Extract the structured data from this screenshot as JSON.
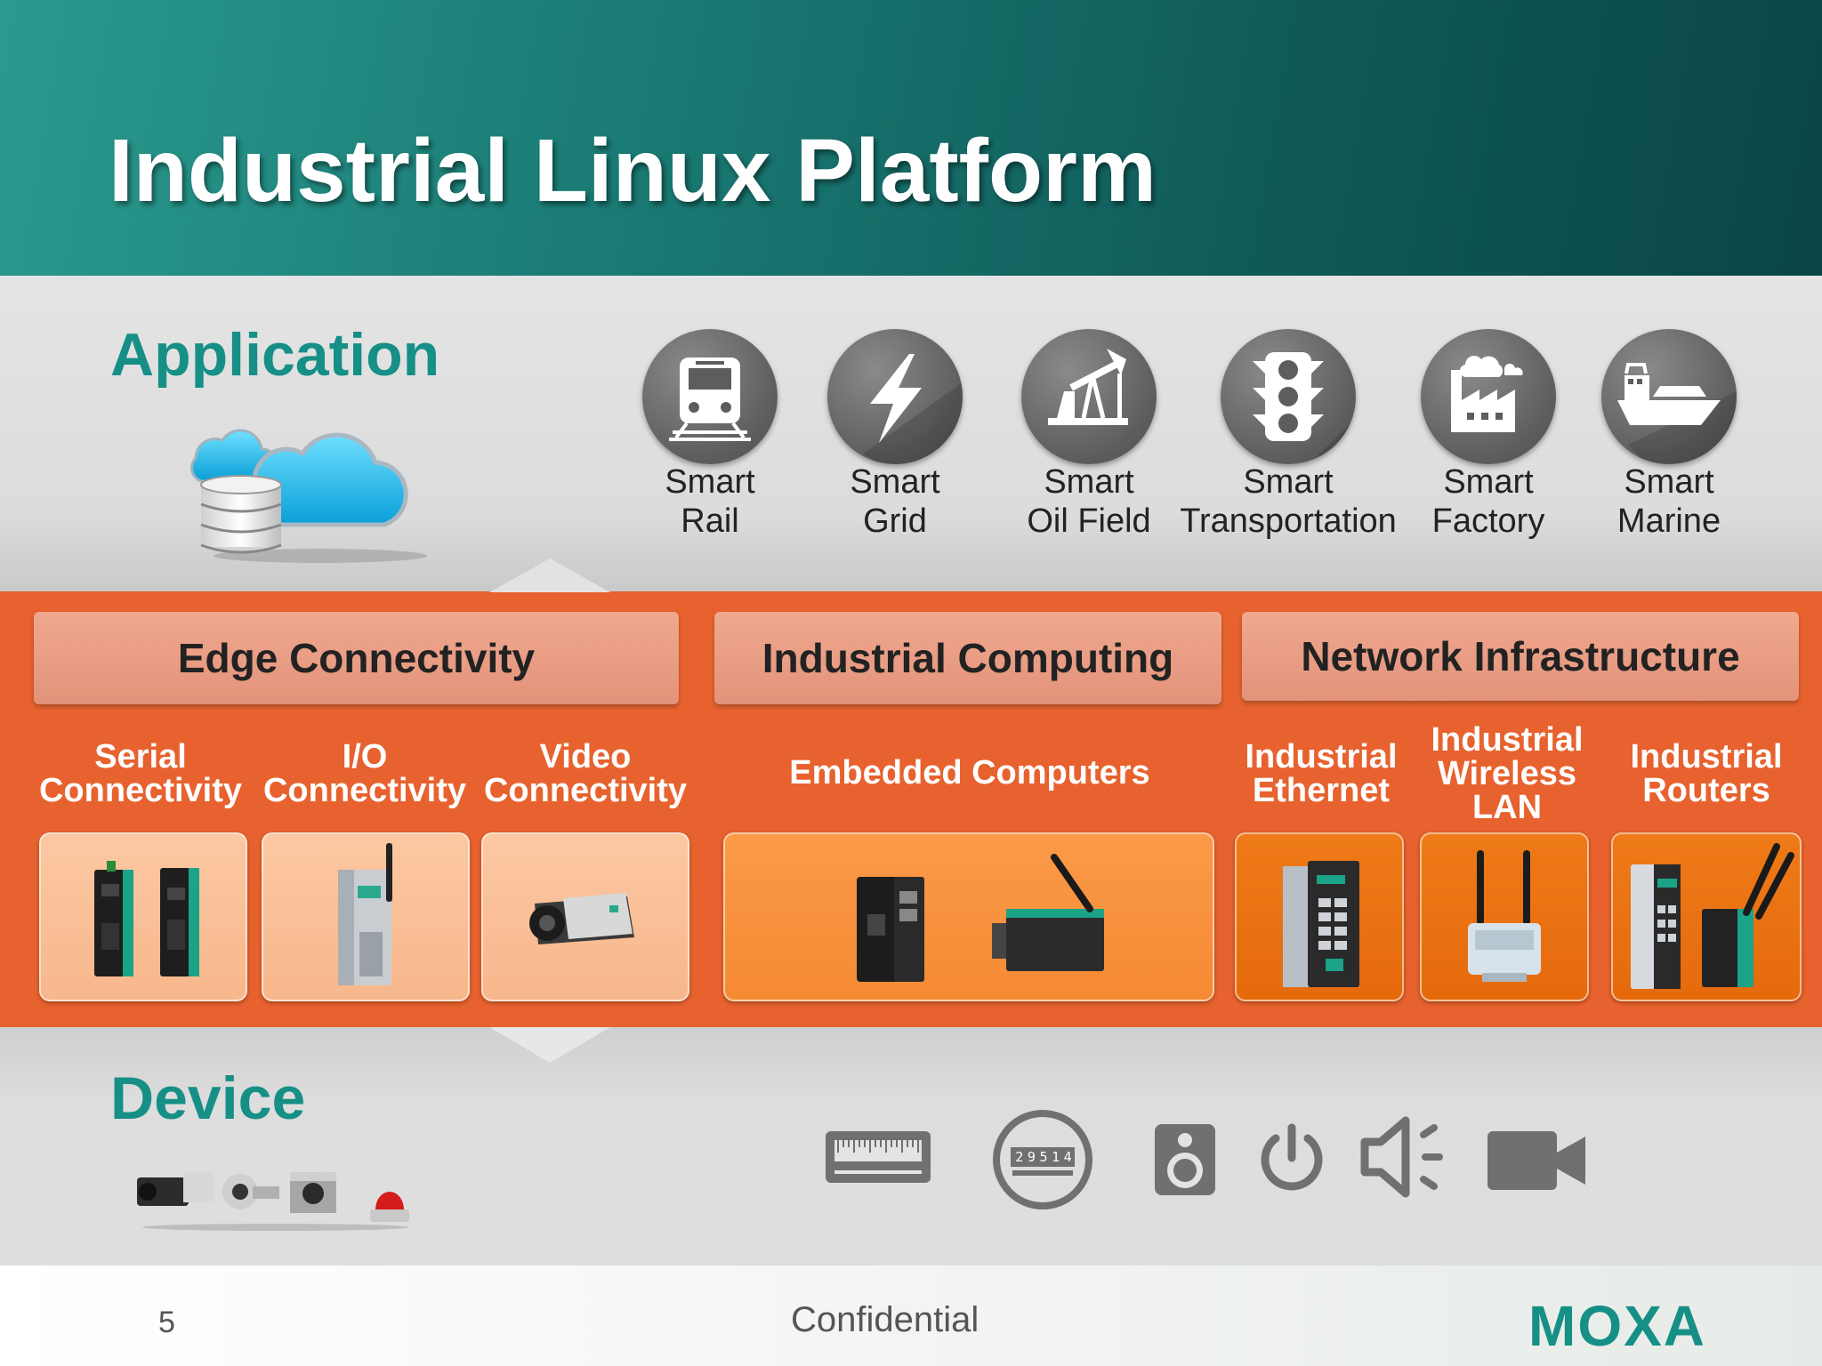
{
  "title": "Industrial Linux Platform",
  "application": {
    "title": "Application",
    "items": [
      {
        "line1": "Smart",
        "line2": "Rail",
        "icon": "train-icon"
      },
      {
        "line1": "Smart",
        "line2": "Grid",
        "icon": "lightning-icon"
      },
      {
        "line1": "Smart",
        "line2": "Oil Field",
        "icon": "oil-pump-icon"
      },
      {
        "line1": "Smart",
        "line2": "Transportation",
        "icon": "traffic-light-icon"
      },
      {
        "line1": "Smart",
        "line2": "Factory",
        "icon": "factory-icon"
      },
      {
        "line1": "Smart",
        "line2": "Marine",
        "icon": "ship-icon"
      }
    ]
  },
  "categories": [
    {
      "header": "Edge Connectivity",
      "subs": [
        {
          "line1": "Serial",
          "line2": "Connectivity"
        },
        {
          "line1": "I/O",
          "line2": "Connectivity"
        },
        {
          "line1": "Video",
          "line2": "Connectivity"
        }
      ]
    },
    {
      "header": "Industrial Computing",
      "subs": [
        {
          "line1": "Embedded Computers"
        }
      ]
    },
    {
      "header": "Network Infrastructure",
      "subs": [
        {
          "line1": "Industrial",
          "line2": "Ethernet"
        },
        {
          "line1": "Industrial",
          "line2": "Wireless",
          "line3": "LAN"
        },
        {
          "line1": "Industrial",
          "line2": "Routers"
        }
      ]
    }
  ],
  "device": {
    "title": "Device",
    "icons": [
      "ruler-icon",
      "meter-icon",
      "speaker-icon",
      "power-icon",
      "loudspeaker-icon",
      "video-camera-icon"
    ],
    "meter_reading": [
      "2",
      "9",
      "5",
      "1",
      "4"
    ]
  },
  "footer": {
    "page_number": "5",
    "confidential": "Confidential",
    "logo_text": "MOXA"
  },
  "colors": {
    "header_teal": "#168f86",
    "band_orange": "#e7622e",
    "icon_gray": "#5d5d5d"
  }
}
